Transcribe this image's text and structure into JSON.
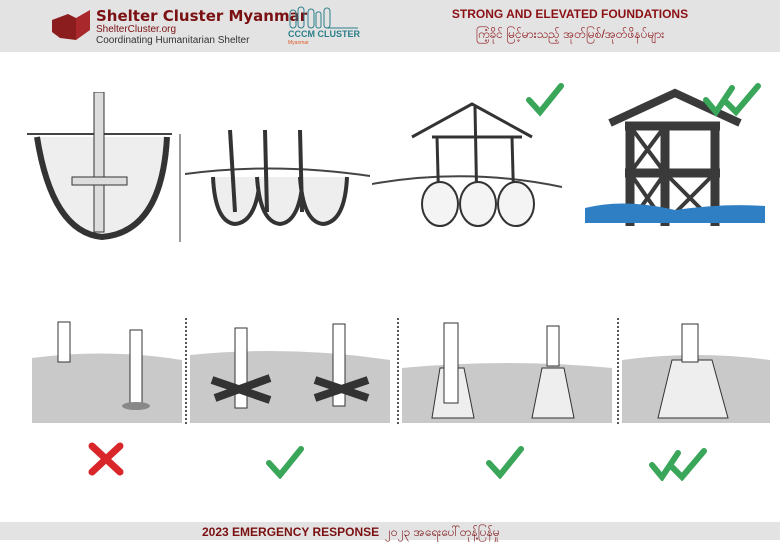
{
  "header": {
    "org_name": "Shelter Cluster Myanmar",
    "org_url": "ShelterCluster.org",
    "org_tagline": "Coordinating Humanitarian Shelter",
    "partner_name": "CCCM CLUSTER",
    "partner_sub": "Myanmar",
    "title_en": "STRONG AND ELEVATED FOUNDATIONS",
    "title_my": "ကြံ့ခိုင် မြင့်မားသည့် အုတ်မြစ်/အုတ်ဖိနပ်များ"
  },
  "footer": {
    "label_en": "2023 EMERGENCY RESPONSE",
    "label_my": "၂၀၂၃ အရေးပေါ်တုန့်ပြန်မှု"
  },
  "colors": {
    "brand": "#7a1012",
    "check": "#3aa65a",
    "cross": "#d9262b",
    "water": "#2f7fc4",
    "frame": "#3a3a3a"
  },
  "ratings": {
    "top": [
      "none",
      "none",
      "good",
      "best"
    ],
    "bottom": [
      "bad",
      "good",
      "good",
      "best"
    ]
  }
}
